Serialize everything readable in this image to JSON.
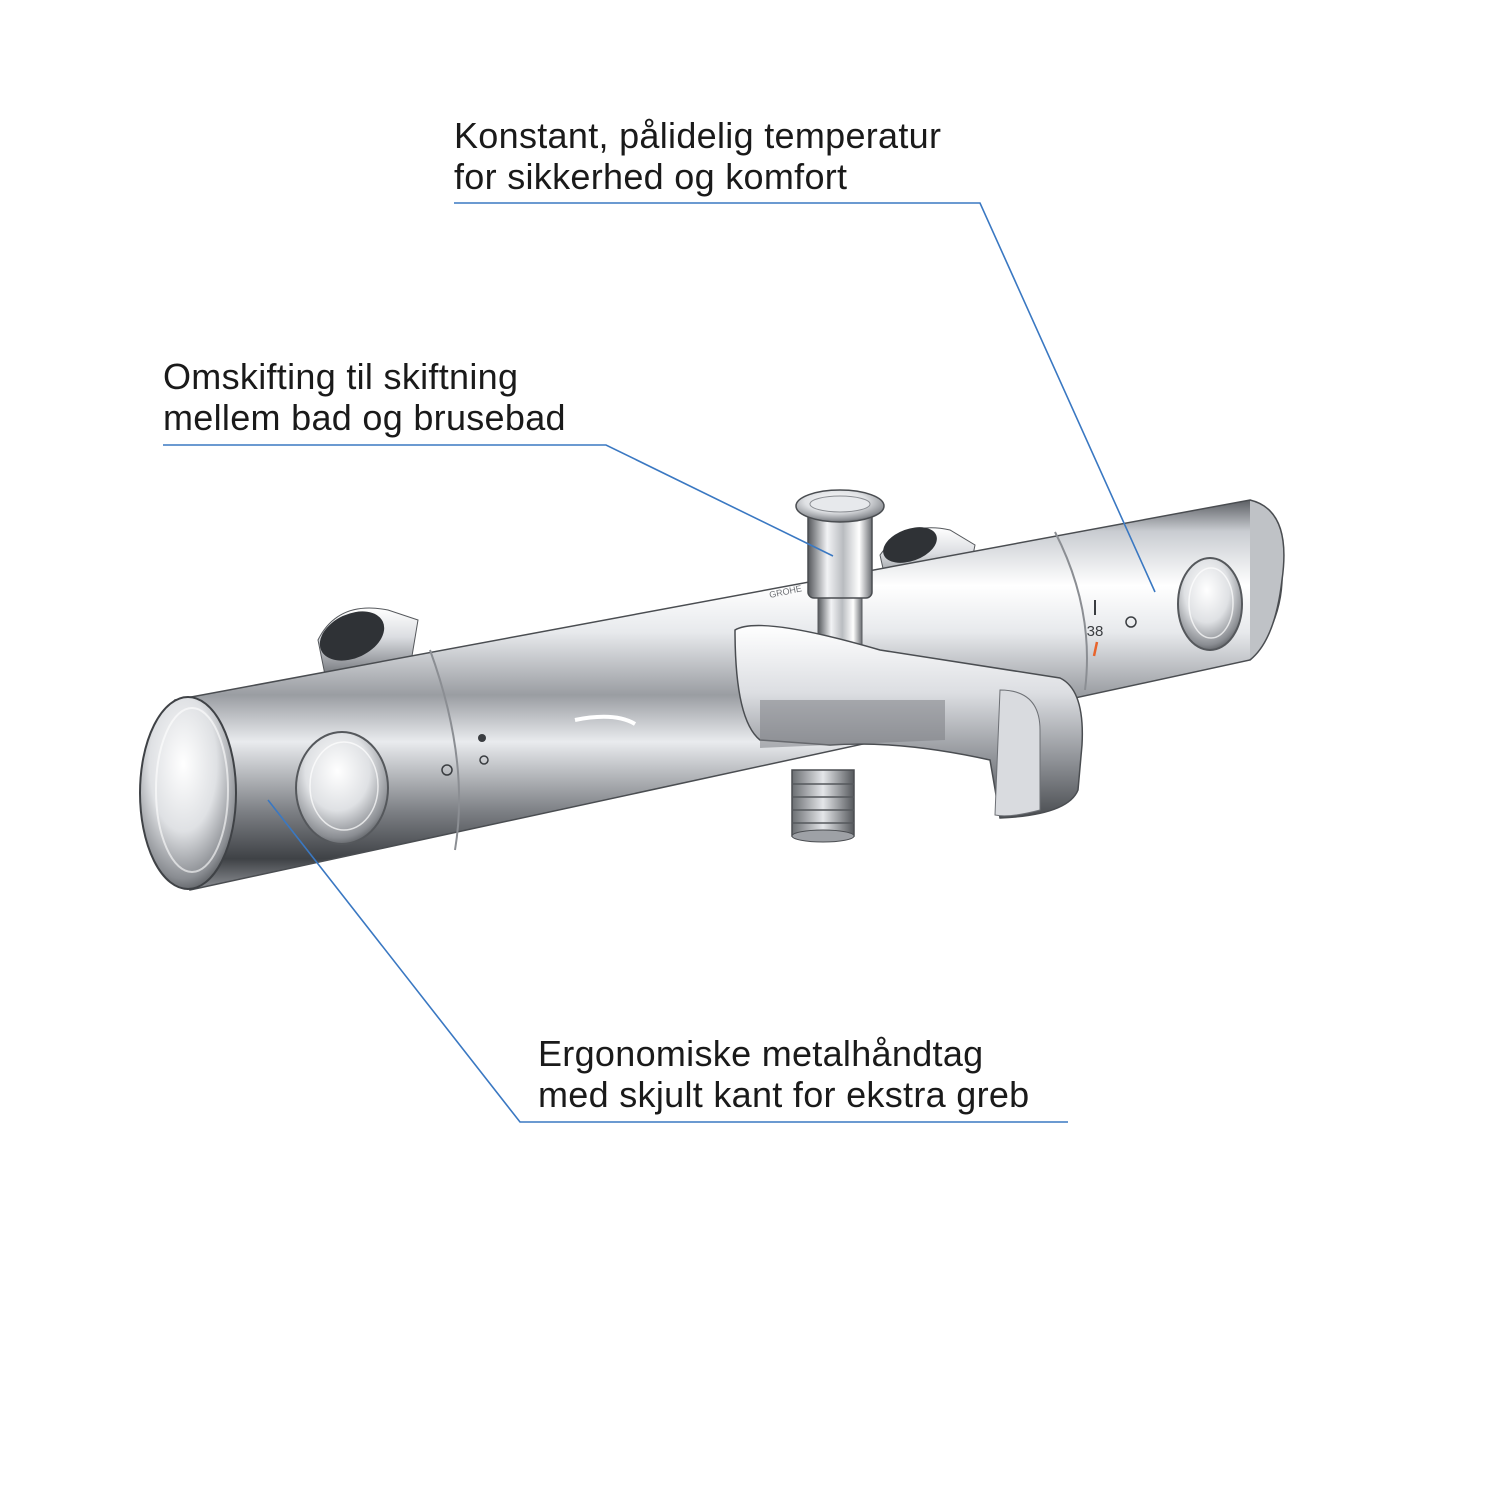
{
  "callouts": {
    "temperature": {
      "line1": "Konstant, pålidelig temperatur",
      "line2": "for sikkerhed og komfort"
    },
    "diverter": {
      "line1": "Omskifting til skiftning",
      "line2": "mellem bad og brusebad"
    },
    "handles": {
      "line1": "Ergonomiske metalhåndtag",
      "line2": "med skjult kant for ekstra greb"
    }
  },
  "product": {
    "temperature_mark": "38",
    "brand_marking": "GROHE"
  },
  "colors": {
    "leader_line": "#3a78c2",
    "hot_mark": "#e8642c",
    "chrome_light": "#f4f5f7",
    "chrome_dark": "#6d7075"
  }
}
